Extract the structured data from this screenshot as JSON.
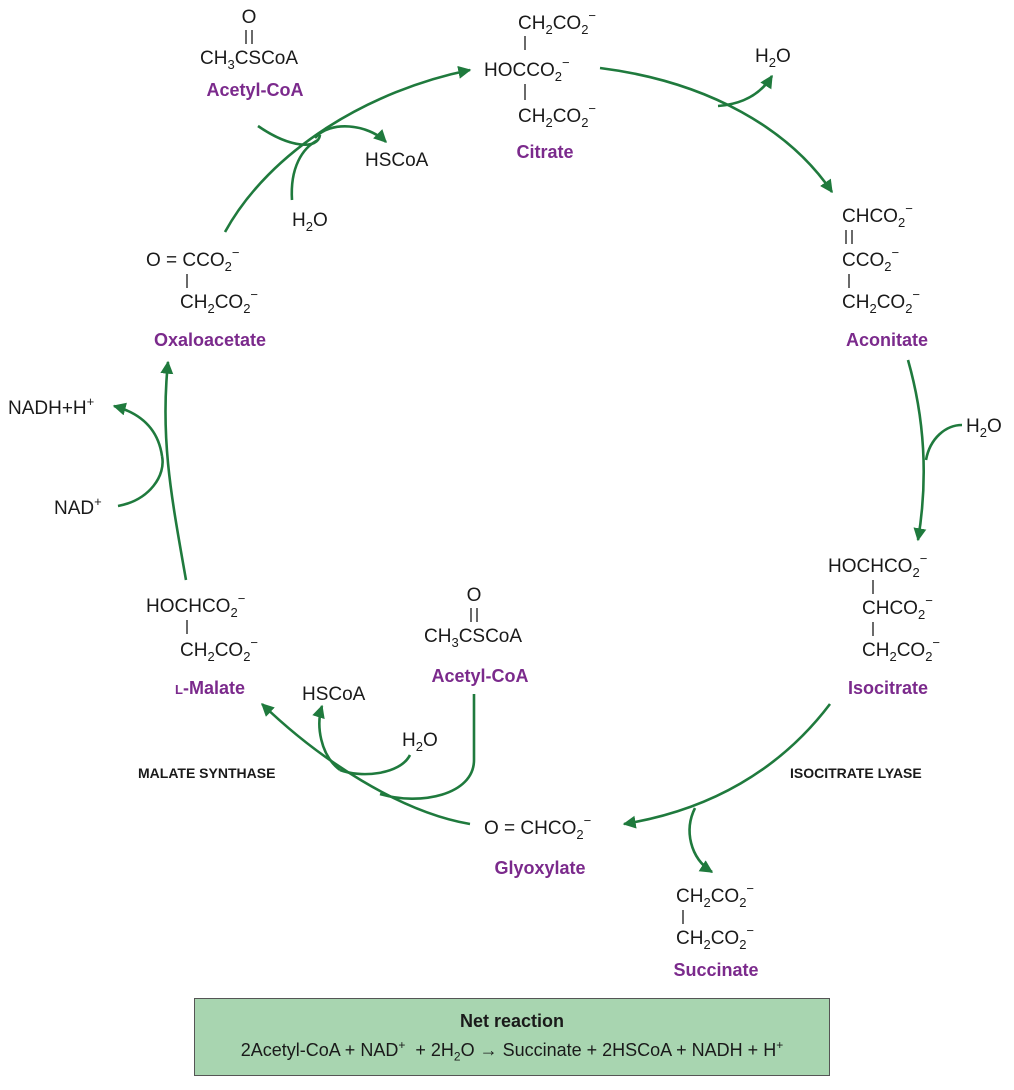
{
  "colors": {
    "arrow": "#1f7a3d",
    "compound_name": "#7b2a8c",
    "net_box_fill": "#a8d5b0"
  },
  "compounds": {
    "acetyl_coa_top": {
      "name": "Acetyl-CoA",
      "formula": [
        "O",
        "CH3CSCoA"
      ]
    },
    "citrate": {
      "name": "Citrate",
      "formula": [
        "CH2CO2−",
        "HOCCO2−",
        "CH2CO2−"
      ]
    },
    "aconitate": {
      "name": "Aconitate",
      "formula": [
        "CHCO2−",
        "CCO2−",
        "CH2CO2−"
      ]
    },
    "isocitrate": {
      "name": "Isocitrate",
      "formula": [
        "HOCHCO2−",
        "CHCO2−",
        "CH2CO2−"
      ]
    },
    "glyoxylate": {
      "name": "Glyoxylate",
      "formula": [
        "O = CHCO2−"
      ]
    },
    "succinate": {
      "name": "Succinate",
      "formula": [
        "CH2CO2−",
        "CH2CO2−"
      ]
    },
    "malate": {
      "name": "L-Malate",
      "formula": [
        "HOCHCO2−",
        "CH2CO2−"
      ]
    },
    "acetyl_coa_bottom": {
      "name": "Acetyl-CoA",
      "formula": [
        "O",
        "CH3CSCoA"
      ]
    },
    "oxaloacetate": {
      "name": "Oxaloacetate",
      "formula": [
        "O = CCO2−",
        "CH2CO2−"
      ]
    }
  },
  "side_labels": {
    "h2o_citrate_out": "H2O",
    "h2o_aconitate_in": "H2O",
    "hscoa_top": "HSCoA",
    "h2o_top": "H2O",
    "nadh": "NADH+H+",
    "nad": "NAD+",
    "hscoa_bottom": "HSCoA",
    "h2o_bottom": "H2O"
  },
  "enzymes": {
    "malate_synthase": "MALATE SYNTHASE",
    "isocitrate_lyase": "ISOCITRATE LYASE"
  },
  "net_reaction": {
    "title": "Net reaction",
    "equation": "2Acetyl-CoA + NAD+ + 2H2O → Succinate + 2HSCoA + NADH + H+"
  }
}
